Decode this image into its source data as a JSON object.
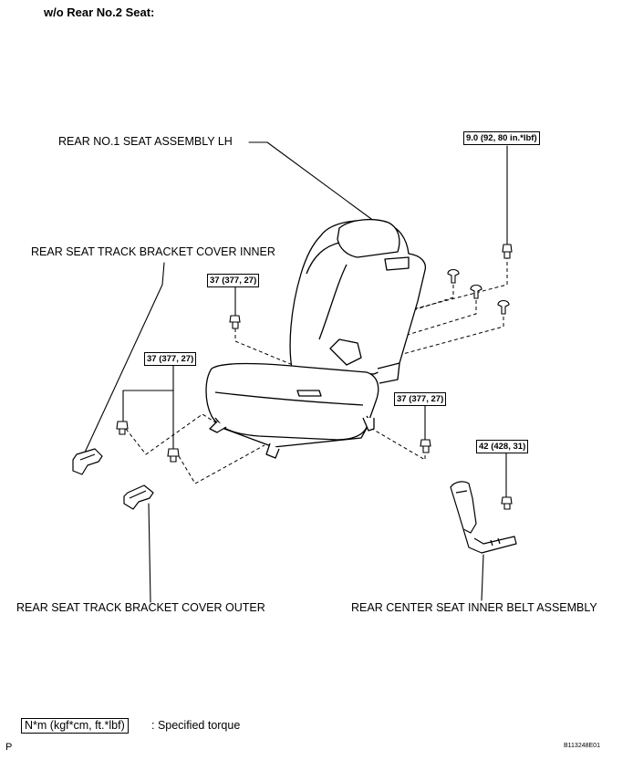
{
  "heading": "w/o Rear No.2 Seat:",
  "labels": {
    "seat_assembly": "REAR NO.1 SEAT ASSEMBLY LH",
    "cover_inner": "REAR SEAT TRACK BRACKET COVER INNER",
    "cover_outer": "REAR SEAT TRACK BRACKET COVER OUTER",
    "belt_assembly": "REAR CENTER SEAT INNER BELT ASSEMBLY"
  },
  "torques": {
    "top_right": "9.0 (92, 80 in.*lbf)",
    "upper_left": "37 (377, 27)",
    "left": "37 (377, 27)",
    "right": "37 (377, 27)",
    "belt": "42 (428, 31)"
  },
  "legend": {
    "box": "N*m (kgf*cm, ft.*lbf)",
    "text": ": Specified torque"
  },
  "footer": {
    "left": "P",
    "code": "B113248E01"
  }
}
